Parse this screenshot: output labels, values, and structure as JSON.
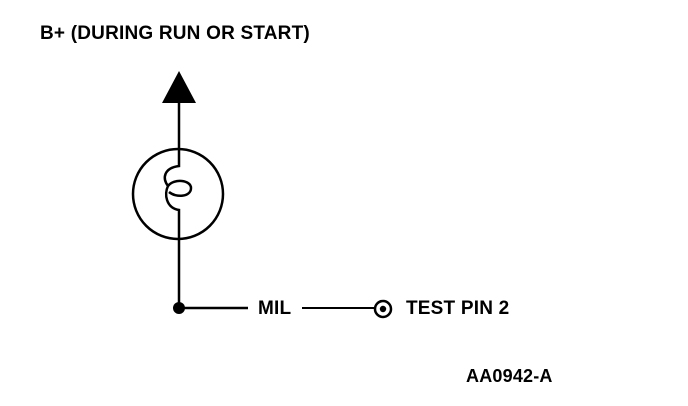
{
  "labels": {
    "supply": "B+ (DURING RUN OR START)",
    "mil": "MIL",
    "test_pin": "TEST PIN 2",
    "figure_id": "AA0942-A"
  }
}
